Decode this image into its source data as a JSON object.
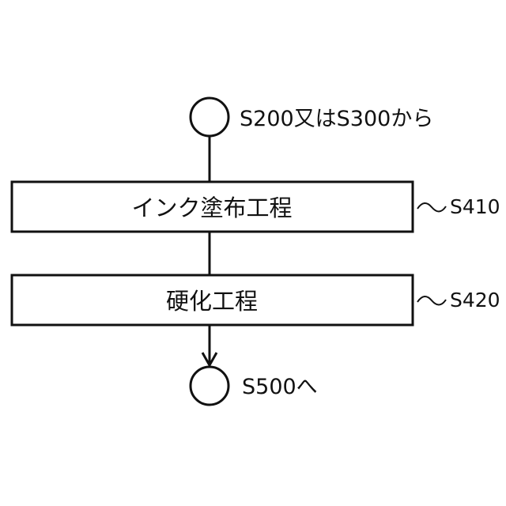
{
  "start_connector": {
    "label": "S200又はS300から"
  },
  "steps": [
    {
      "id": "S410",
      "label": "インク塗布工程"
    },
    {
      "id": "S420",
      "label": "硬化工程"
    }
  ],
  "end_connector": {
    "label": "S500へ"
  },
  "colors": {
    "line": "#111111",
    "background": "#ffffff"
  }
}
